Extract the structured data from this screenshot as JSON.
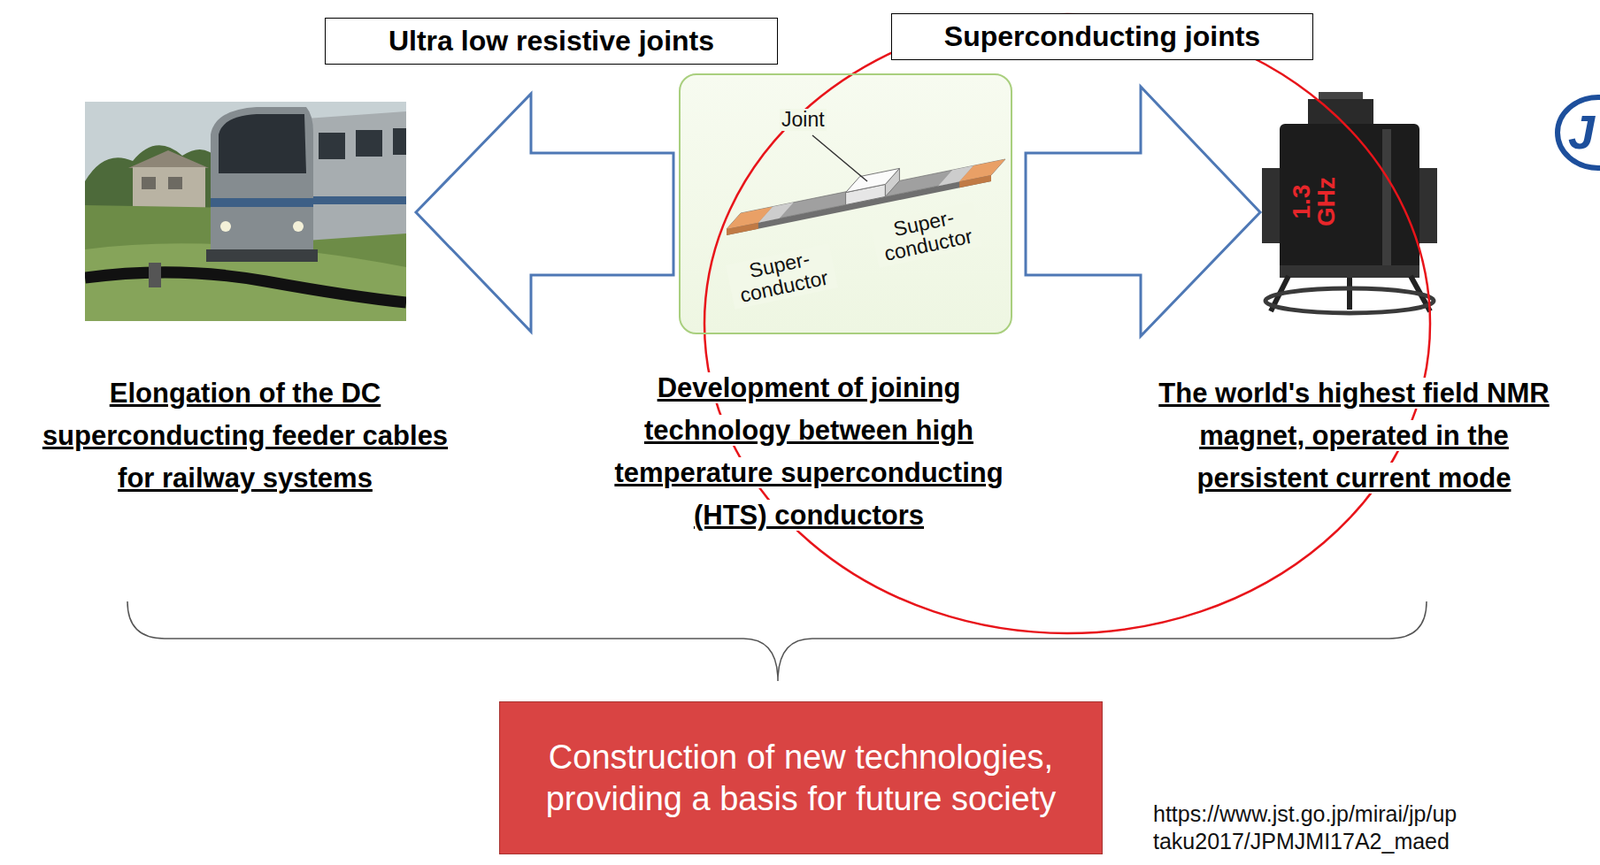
{
  "diagram": {
    "nodes": [
      {
        "text": [
          "Ultra low resistive joints"
        ]
      },
      {
        "text": [
          "Superconducting joints"
        ]
      },
      {
        "text": [
          "Joint",
          "Super- conductor",
          "Super- conductor"
        ]
      },
      {
        "text": [
          "Construction of new technologies, providing a basis for future society"
        ]
      }
    ],
    "labels": [
      "Elongation of the DC superconducting feeder cables for railway systems",
      "Development of joining technology between high temperature superconducting (HTS) conductors",
      "The world's highest field NMR magnet, operated in the persistent current mode",
      "1.3 GHz",
      "J",
      "https://www.jst.go.jp/mirai/jp/up taku2017/JPMJMI17A2_maed"
    ]
  }
}
